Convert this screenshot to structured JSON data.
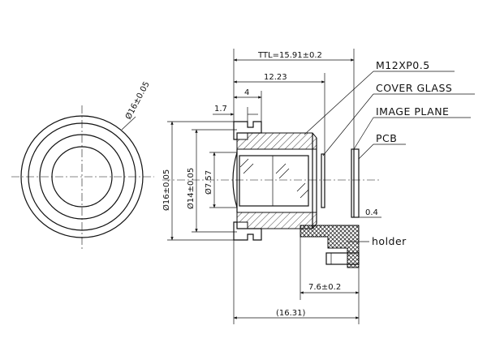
{
  "dimensions": {
    "ttl": "TTL=15.91±0.2",
    "len_1223": "12.23",
    "len_4": "4",
    "len_17": "1.7",
    "dia16_front": "Ø16±0.05",
    "dia16_side": "Ø16±0.05",
    "dia14": "Ø14±0.05",
    "dia757": "Ø7.57",
    "gap_04": "0.4",
    "holder_76": "7.6±0.2",
    "total_1631": "(16.31)"
  },
  "labels": {
    "thread": "M12XP0.5",
    "cover_glass": "COVER GLASS",
    "image_plane": "IMAGE PLANE",
    "pcb": "PCB",
    "holder": "holder"
  }
}
